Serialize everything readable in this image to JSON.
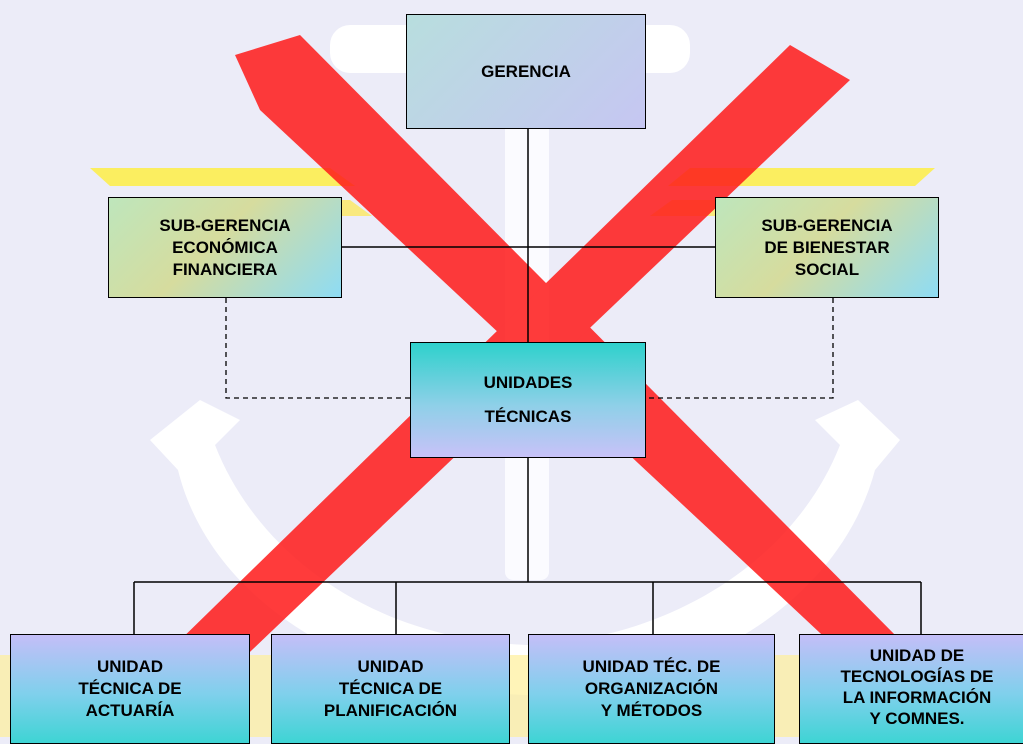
{
  "colors": {
    "background": "#ececf8",
    "emblem_anchor": "#ffffff",
    "emblem_rifles": "#ff1a1a",
    "emblem_wings": "#ffef3a",
    "connector_lines": "#000000"
  },
  "icons": [
    "anchor-emblem-icon",
    "crossed-rifles-icon",
    "wings-icon"
  ],
  "nodes": {
    "gerencia": [
      "GERENCIA"
    ],
    "sub_economica": [
      "SUB-GERENCIA",
      "ECONÓMICA",
      "FINANCIERA"
    ],
    "sub_bienestar": [
      "SUB-GERENCIA",
      "DE BIENESTAR",
      "SOCIAL"
    ],
    "unidades_tecnicas": [
      "UNIDADES",
      "TÉCNICAS"
    ],
    "actuaria": [
      "UNIDAD",
      "TÉCNICA DE",
      "ACTUARÍA"
    ],
    "planificacion": [
      "UNIDAD",
      "TÉCNICA DE",
      "PLANIFICACIÓN"
    ],
    "organizacion": [
      "UNIDAD TÉC. DE",
      "ORGANIZACIÓN",
      "Y MÉTODOS"
    ],
    "tecnologias": [
      "UNIDAD DE",
      "TECNOLOGÍAS DE",
      "LA INFORMACIÓN",
      "Y COMNES."
    ]
  }
}
